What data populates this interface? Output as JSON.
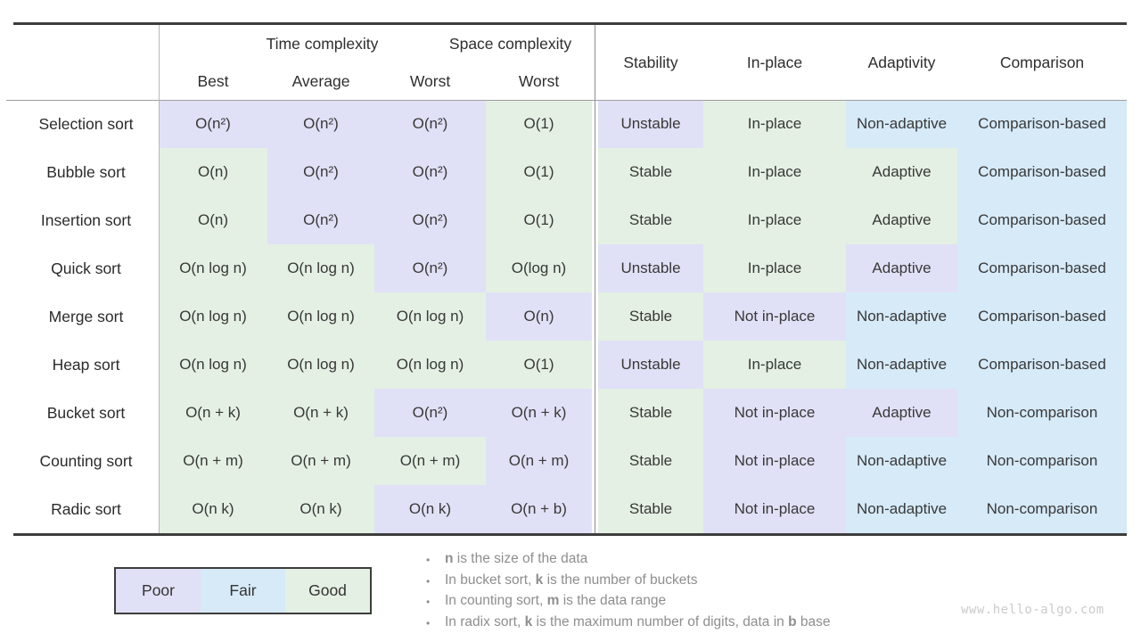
{
  "chart_data": {
    "type": "table",
    "column_groups": {
      "time": "Time complexity",
      "space": "Space complexity"
    },
    "sub_headers": [
      "Best",
      "Average",
      "Worst",
      "Worst"
    ],
    "property_headers": [
      "Stability",
      "In-place",
      "Adaptivity",
      "Comparison"
    ],
    "column_keys": [
      "best",
      "average",
      "worst-time",
      "worst-space",
      "stability",
      "in-place",
      "adaptivity",
      "comparison"
    ],
    "rating_colors": {
      "poor": "#e0e1f6",
      "fair": "#d6eaf8",
      "good": "#e4f0e3"
    },
    "rows": [
      {
        "label": "Selection sort",
        "cells": [
          {
            "text": "O(n²)",
            "rating": "poor"
          },
          {
            "text": "O(n²)",
            "rating": "poor"
          },
          {
            "text": "O(n²)",
            "rating": "poor"
          },
          {
            "text": "O(1)",
            "rating": "good"
          },
          {
            "text": "Unstable",
            "rating": "poor"
          },
          {
            "text": "In-place",
            "rating": "good"
          },
          {
            "text": "Non-adaptive",
            "rating": "fair"
          },
          {
            "text": "Comparison-based",
            "rating": "fair"
          }
        ]
      },
      {
        "label": "Bubble sort",
        "cells": [
          {
            "text": "O(n)",
            "rating": "good"
          },
          {
            "text": "O(n²)",
            "rating": "poor"
          },
          {
            "text": "O(n²)",
            "rating": "poor"
          },
          {
            "text": "O(1)",
            "rating": "good"
          },
          {
            "text": "Stable",
            "rating": "good"
          },
          {
            "text": "In-place",
            "rating": "good"
          },
          {
            "text": "Adaptive",
            "rating": "good"
          },
          {
            "text": "Comparison-based",
            "rating": "fair"
          }
        ]
      },
      {
        "label": "Insertion sort",
        "cells": [
          {
            "text": "O(n)",
            "rating": "good"
          },
          {
            "text": "O(n²)",
            "rating": "poor"
          },
          {
            "text": "O(n²)",
            "rating": "poor"
          },
          {
            "text": "O(1)",
            "rating": "good"
          },
          {
            "text": "Stable",
            "rating": "good"
          },
          {
            "text": "In-place",
            "rating": "good"
          },
          {
            "text": "Adaptive",
            "rating": "good"
          },
          {
            "text": "Comparison-based",
            "rating": "fair"
          }
        ]
      },
      {
        "label": "Quick sort",
        "cells": [
          {
            "text": "O(n log n)",
            "rating": "good"
          },
          {
            "text": "O(n log n)",
            "rating": "good"
          },
          {
            "text": "O(n²)",
            "rating": "poor"
          },
          {
            "text": "O(log n)",
            "rating": "good"
          },
          {
            "text": "Unstable",
            "rating": "poor"
          },
          {
            "text": "In-place",
            "rating": "good"
          },
          {
            "text": "Adaptive",
            "rating": "poor"
          },
          {
            "text": "Comparison-based",
            "rating": "fair"
          }
        ]
      },
      {
        "label": "Merge sort",
        "cells": [
          {
            "text": "O(n log n)",
            "rating": "good"
          },
          {
            "text": "O(n log n)",
            "rating": "good"
          },
          {
            "text": "O(n log n)",
            "rating": "good"
          },
          {
            "text": "O(n)",
            "rating": "poor"
          },
          {
            "text": "Stable",
            "rating": "good"
          },
          {
            "text": "Not in-place",
            "rating": "poor"
          },
          {
            "text": "Non-adaptive",
            "rating": "fair"
          },
          {
            "text": "Comparison-based",
            "rating": "fair"
          }
        ]
      },
      {
        "label": "Heap sort",
        "cells": [
          {
            "text": "O(n log n)",
            "rating": "good"
          },
          {
            "text": "O(n log n)",
            "rating": "good"
          },
          {
            "text": "O(n log n)",
            "rating": "good"
          },
          {
            "text": "O(1)",
            "rating": "good"
          },
          {
            "text": "Unstable",
            "rating": "poor"
          },
          {
            "text": "In-place",
            "rating": "good"
          },
          {
            "text": "Non-adaptive",
            "rating": "fair"
          },
          {
            "text": "Comparison-based",
            "rating": "fair"
          }
        ]
      },
      {
        "label": "Bucket sort",
        "cells": [
          {
            "text": "O(n + k)",
            "rating": "good"
          },
          {
            "text": "O(n + k)",
            "rating": "good"
          },
          {
            "text": "O(n²)",
            "rating": "poor"
          },
          {
            "text": "O(n + k)",
            "rating": "poor"
          },
          {
            "text": "Stable",
            "rating": "good"
          },
          {
            "text": "Not in-place",
            "rating": "poor"
          },
          {
            "text": "Adaptive",
            "rating": "poor"
          },
          {
            "text": "Non-comparison",
            "rating": "fair"
          }
        ]
      },
      {
        "label": "Counting sort",
        "cells": [
          {
            "text": "O(n + m)",
            "rating": "good"
          },
          {
            "text": "O(n + m)",
            "rating": "good"
          },
          {
            "text": "O(n + m)",
            "rating": "good"
          },
          {
            "text": "O(n + m)",
            "rating": "poor"
          },
          {
            "text": "Stable",
            "rating": "good"
          },
          {
            "text": "Not in-place",
            "rating": "poor"
          },
          {
            "text": "Non-adaptive",
            "rating": "fair"
          },
          {
            "text": "Non-comparison",
            "rating": "fair"
          }
        ]
      },
      {
        "label": "Radic sort",
        "cells": [
          {
            "text": "O(n k)",
            "rating": "good"
          },
          {
            "text": "O(n k)",
            "rating": "good"
          },
          {
            "text": "O(n k)",
            "rating": "poor"
          },
          {
            "text": "O(n + b)",
            "rating": "poor"
          },
          {
            "text": "Stable",
            "rating": "good"
          },
          {
            "text": "Not in-place",
            "rating": "poor"
          },
          {
            "text": "Non-adaptive",
            "rating": "fair"
          },
          {
            "text": "Non-comparison",
            "rating": "fair"
          }
        ]
      }
    ],
    "legend": [
      {
        "label": "Poor",
        "rating": "poor"
      },
      {
        "label": "Fair",
        "rating": "fair"
      },
      {
        "label": "Good",
        "rating": "good"
      }
    ],
    "footnotes": [
      {
        "segments": [
          {
            "text": "n",
            "bold": true
          },
          {
            "text": " is the size of the data",
            "bold": false
          }
        ]
      },
      {
        "segments": [
          {
            "text": "In bucket sort, ",
            "bold": false
          },
          {
            "text": "k",
            "bold": true
          },
          {
            "text": " is the number of buckets",
            "bold": false
          }
        ]
      },
      {
        "segments": [
          {
            "text": "In counting sort, ",
            "bold": false
          },
          {
            "text": "m",
            "bold": true
          },
          {
            "text": " is the data range",
            "bold": false
          }
        ]
      },
      {
        "segments": [
          {
            "text": "In radix sort, ",
            "bold": false
          },
          {
            "text": "k",
            "bold": true
          },
          {
            "text": " is the maximum number of digits, data in ",
            "bold": false
          },
          {
            "text": "b",
            "bold": true
          },
          {
            "text": " base",
            "bold": false
          }
        ]
      }
    ],
    "watermark": "www.hello-algo.com"
  }
}
